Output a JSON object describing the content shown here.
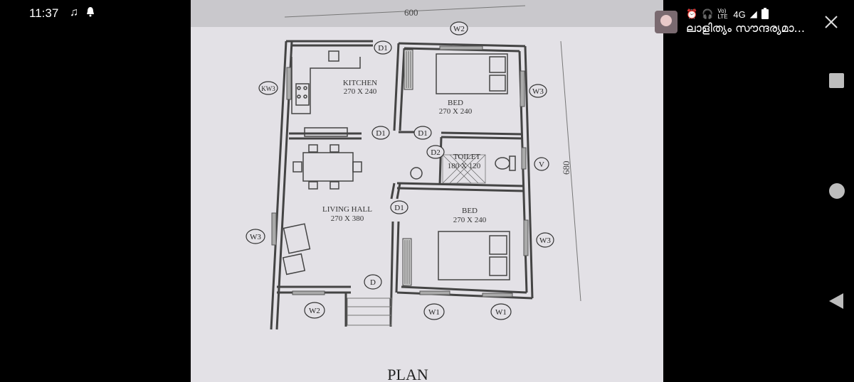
{
  "status_bar": {
    "time": "11:37",
    "left_icons": [
      "music-note-icon",
      "notification-bell-icon"
    ],
    "right_icons": [
      "alarm-icon",
      "headphones-icon",
      "volte-icon",
      "signal-icon",
      "battery-icon"
    ],
    "volte_label": "Vo) LTE",
    "network_label": "4G"
  },
  "notification": {
    "title": "ലാളിത്യം സൗന്ദര്യമാ..."
  },
  "plan": {
    "dim_width": "600",
    "dim_height": "680",
    "caption": "PLAN",
    "rooms": {
      "kitchen_name": "KITCHEN",
      "kitchen_size": "270 X 240",
      "bed1_name": "BED",
      "bed1_size": "270 X 240",
      "toilet_name": "TOILET",
      "toilet_size": "180 X 120",
      "living_name": "LIVING HALL",
      "living_size": "270 X 380",
      "bed2_name": "BED",
      "bed2_size": "270 X 240"
    },
    "tags": {
      "d1_top": "D1",
      "d1_kitchen": "D1",
      "d1_bed": "D1",
      "d2": "D2",
      "d1_living": "D1",
      "d": "D",
      "w2_top": "W2",
      "w3_right_top": "W3",
      "v": "V",
      "w3_right_bottom": "W3",
      "kw3": "KW3",
      "w3_left": "W3",
      "w2_bottom": "W2",
      "w1_a": "W1",
      "w1_b": "W1"
    }
  }
}
